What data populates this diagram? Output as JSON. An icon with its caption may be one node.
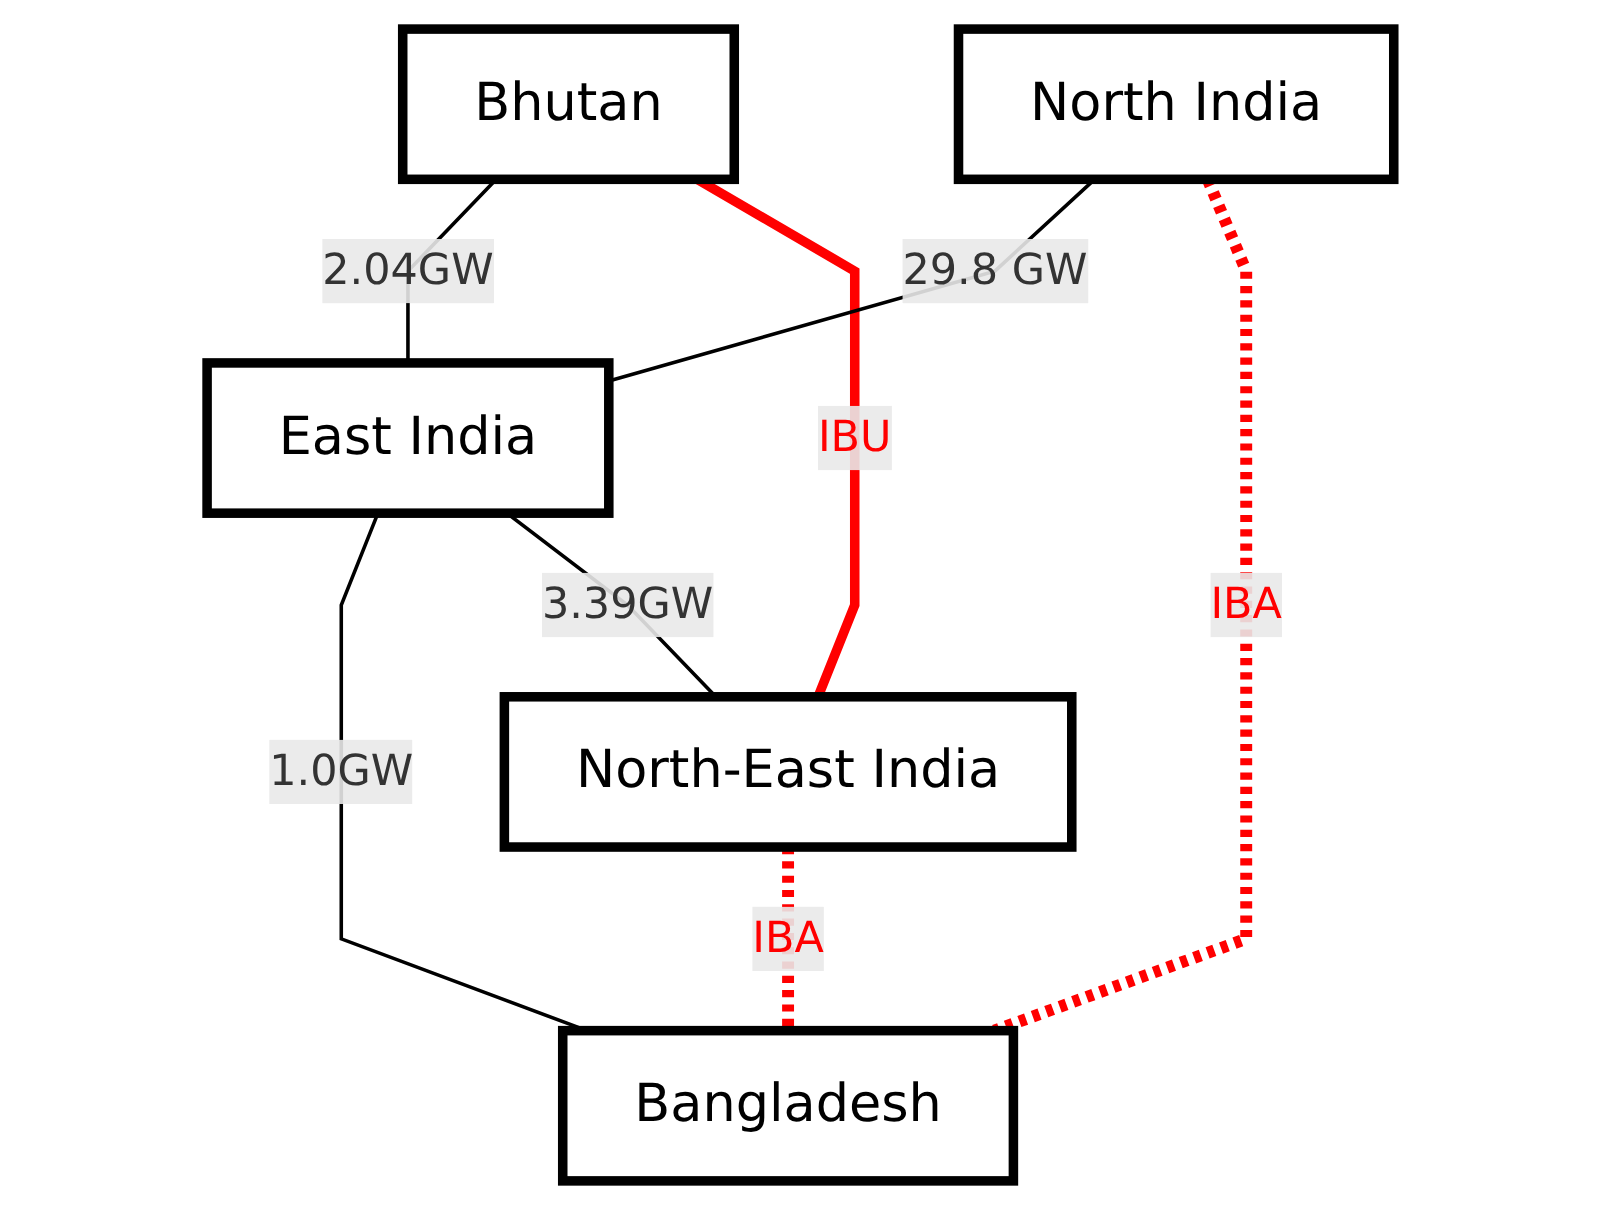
{
  "diagram": {
    "nodes": [
      {
        "text": [
          "Bhutan"
        ]
      },
      {
        "text": [
          "North India"
        ]
      },
      {
        "text": [
          "North-East India"
        ]
      },
      {
        "text": [
          "East India"
        ]
      },
      {
        "text": [
          "Bangladesh"
        ]
      }
    ],
    "edges": [
      {
        "from": 0,
        "to": 3,
        "arrow": "none",
        "label": "2.04GW"
      },
      {
        "from": 0,
        "to": 2,
        "arrow": "none",
        "label": "IBU",
        "style": "thick",
        "color": "#ff0000"
      },
      {
        "from": 1,
        "to": 3,
        "arrow": "none",
        "label": "29.8 GW"
      },
      {
        "from": 1,
        "to": 4,
        "arrow": "none",
        "label": "IBA",
        "style": "dashed",
        "color": "#ff0000"
      },
      {
        "from": 2,
        "to": 4,
        "arrow": "none",
        "label": "IBA",
        "style": "dashed",
        "color": "#ff0000"
      },
      {
        "from": 3,
        "to": 4,
        "arrow": "none",
        "label": "1.0GW"
      },
      {
        "from": 3,
        "to": 2,
        "arrow": "none",
        "label": "3.39GW"
      }
    ]
  }
}
